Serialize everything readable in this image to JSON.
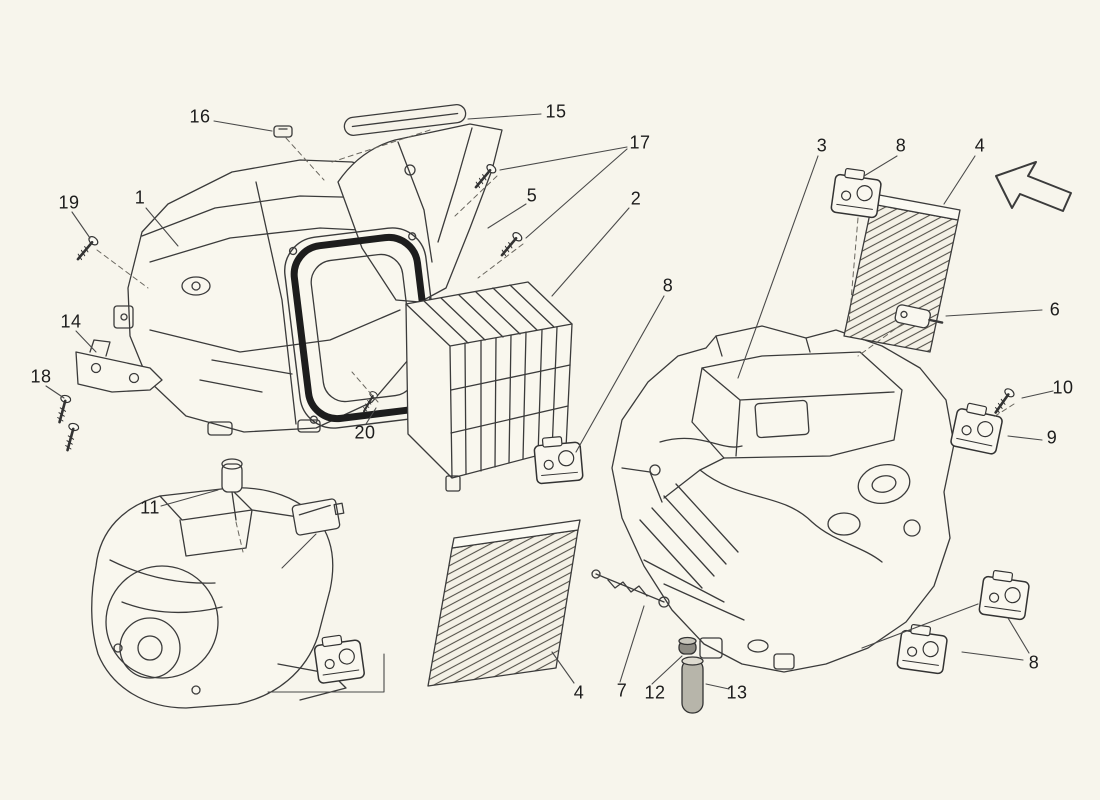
{
  "diagram": {
    "background_color": "#f7f5ec",
    "line_color": "#3b3b3b",
    "frame_color": "#1d1d1d",
    "icons": {
      "direction_arrow": "outline-arrow-up-left"
    },
    "callouts": [
      {
        "label": "16"
      },
      {
        "label": "15"
      },
      {
        "label": "17"
      },
      {
        "label": "19"
      },
      {
        "label": "1"
      },
      {
        "label": "5"
      },
      {
        "label": "2"
      },
      {
        "label": "3"
      },
      {
        "label": "8"
      },
      {
        "label": "4"
      },
      {
        "label": "6"
      },
      {
        "label": "14"
      },
      {
        "label": "18"
      },
      {
        "label": "8"
      },
      {
        "label": "10"
      },
      {
        "label": "9"
      },
      {
        "label": "20"
      },
      {
        "label": "11"
      },
      {
        "label": "4"
      },
      {
        "label": "7"
      },
      {
        "label": "12"
      },
      {
        "label": "13"
      },
      {
        "label": "8"
      }
    ]
  }
}
